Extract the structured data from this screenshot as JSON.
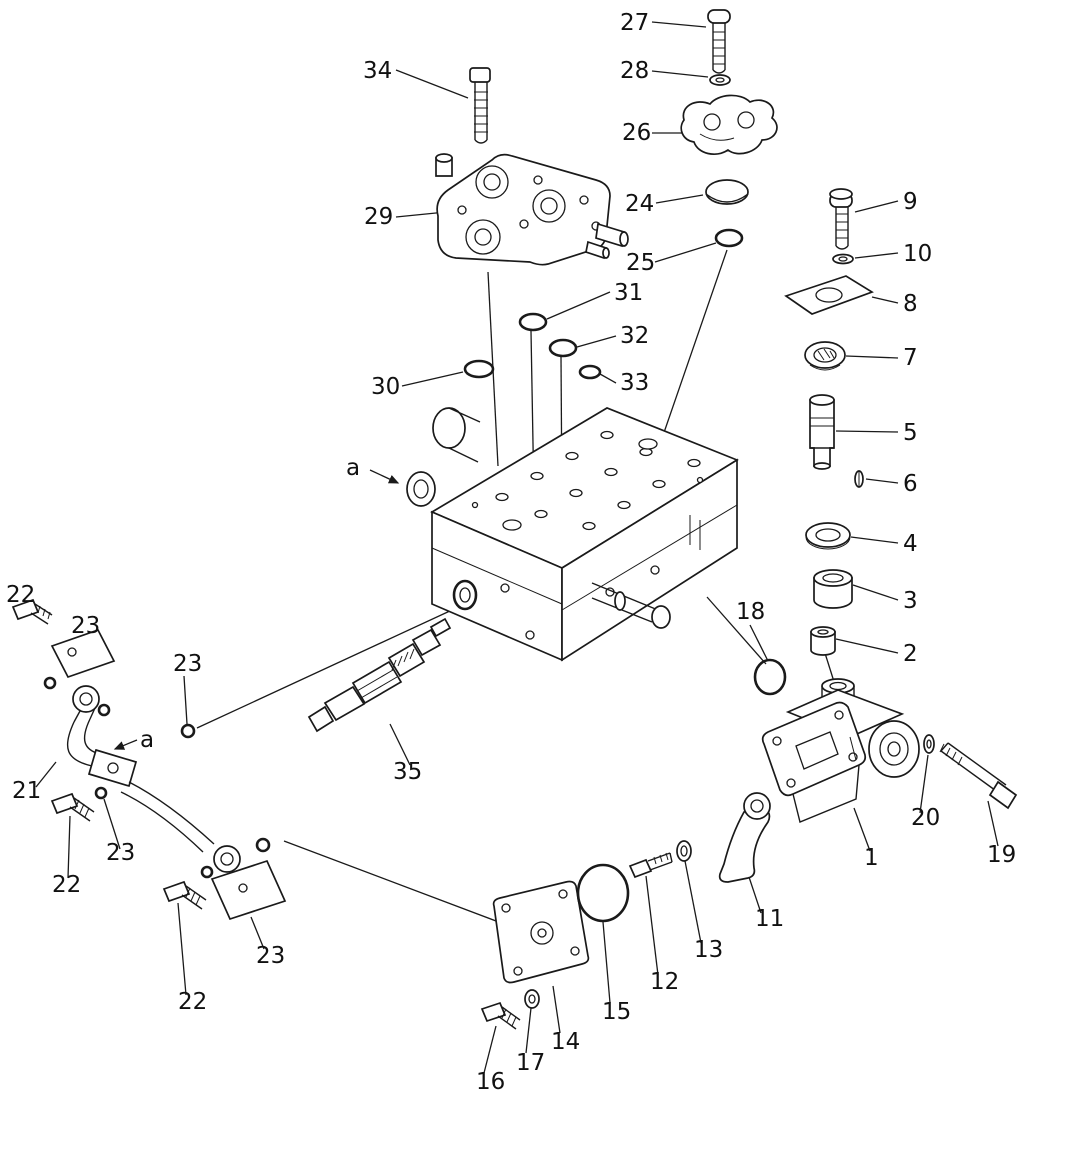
{
  "document": {
    "type": "exploded-parts-diagram",
    "subject": "control-valve-assembly"
  },
  "colors": {
    "ink": "#1a1a1a",
    "paper": "#ffffff"
  },
  "callouts": [
    {
      "text": "27"
    },
    {
      "text": "28"
    },
    {
      "text": "34"
    },
    {
      "text": "26"
    },
    {
      "text": "24"
    },
    {
      "text": "9"
    },
    {
      "text": "29"
    },
    {
      "text": "25"
    },
    {
      "text": "10"
    },
    {
      "text": "31"
    },
    {
      "text": "8"
    },
    {
      "text": "32"
    },
    {
      "text": "7"
    },
    {
      "text": "30"
    },
    {
      "text": "33"
    },
    {
      "text": "5"
    },
    {
      "text": "a"
    },
    {
      "text": "6"
    },
    {
      "text": "4"
    },
    {
      "text": "3"
    },
    {
      "text": "22"
    },
    {
      "text": "23"
    },
    {
      "text": "2"
    },
    {
      "text": "18"
    },
    {
      "text": "23"
    },
    {
      "text": "21"
    },
    {
      "text": "a"
    },
    {
      "text": "35"
    },
    {
      "text": "23"
    },
    {
      "text": "22"
    },
    {
      "text": "1"
    },
    {
      "text": "20"
    },
    {
      "text": "19"
    },
    {
      "text": "11"
    },
    {
      "text": "22"
    },
    {
      "text": "23"
    },
    {
      "text": "12"
    },
    {
      "text": "13"
    },
    {
      "text": "15"
    },
    {
      "text": "14"
    },
    {
      "text": "16"
    },
    {
      "text": "17"
    }
  ]
}
